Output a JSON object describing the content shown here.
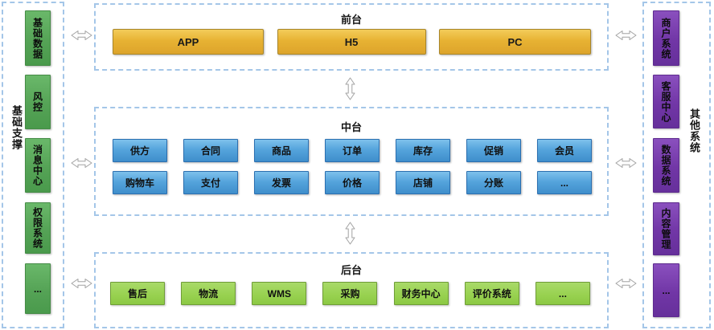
{
  "colors": {
    "dashed_border": "#a4c6e8",
    "front_box": "#e7b233",
    "middle_box": "#4f9fd9",
    "back_box": "#97d14f",
    "support_box": "#55a356",
    "other_box": "#7136a6",
    "text": "#111111",
    "arrow_fill": "#fdfdfd",
    "arrow_stroke": "#a3a3a3"
  },
  "icons": {
    "double_arrow_horizontal": "⇔",
    "double_arrow_vertical": "⇕"
  },
  "support_panel": {
    "label": "基础支撑",
    "items": [
      "基础数据",
      "风控",
      "消息中心",
      "权限系统",
      "..."
    ]
  },
  "front_stage": {
    "title": "前台",
    "items": [
      "APP",
      "H5",
      "PC"
    ]
  },
  "middle_stage": {
    "title": "中台",
    "rows": [
      [
        "供方",
        "合同",
        "商品",
        "订单",
        "库存",
        "促销",
        "会员"
      ],
      [
        "购物车",
        "支付",
        "发票",
        "价格",
        "店铺",
        "分账",
        "..."
      ]
    ]
  },
  "back_stage": {
    "title": "后台",
    "items": [
      "售后",
      "物流",
      "WMS",
      "采购",
      "财务中心",
      "评价系统",
      "..."
    ]
  },
  "other_panel": {
    "label": "其他系统",
    "items": [
      "商户系统",
      "客服中心",
      "数据系统",
      "内容管理",
      "..."
    ]
  }
}
